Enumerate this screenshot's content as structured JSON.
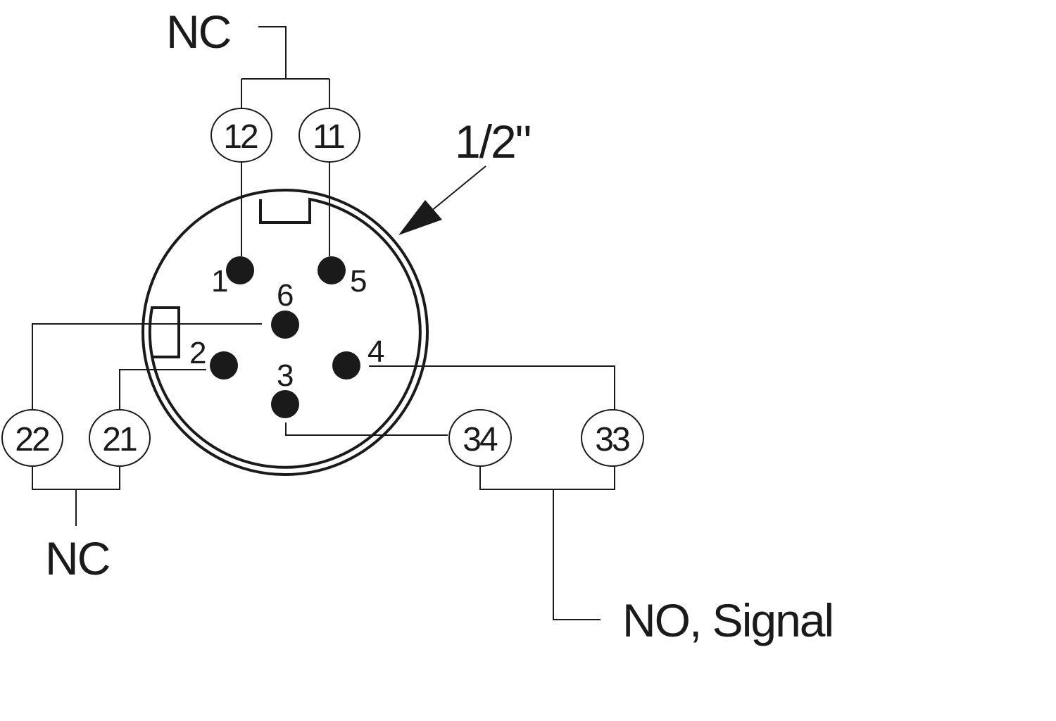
{
  "labels": {
    "nc_top": "NC",
    "nc_bottom": "NC",
    "no_signal": "NO, Signal",
    "size": "1/2\""
  },
  "terminals": {
    "t12": "12",
    "t11": "11",
    "t22": "22",
    "t21": "21",
    "t34": "34",
    "t33": "33"
  },
  "pins": {
    "p1": "1",
    "p2": "2",
    "p3": "3",
    "p4": "4",
    "p5": "5",
    "p6": "6"
  }
}
